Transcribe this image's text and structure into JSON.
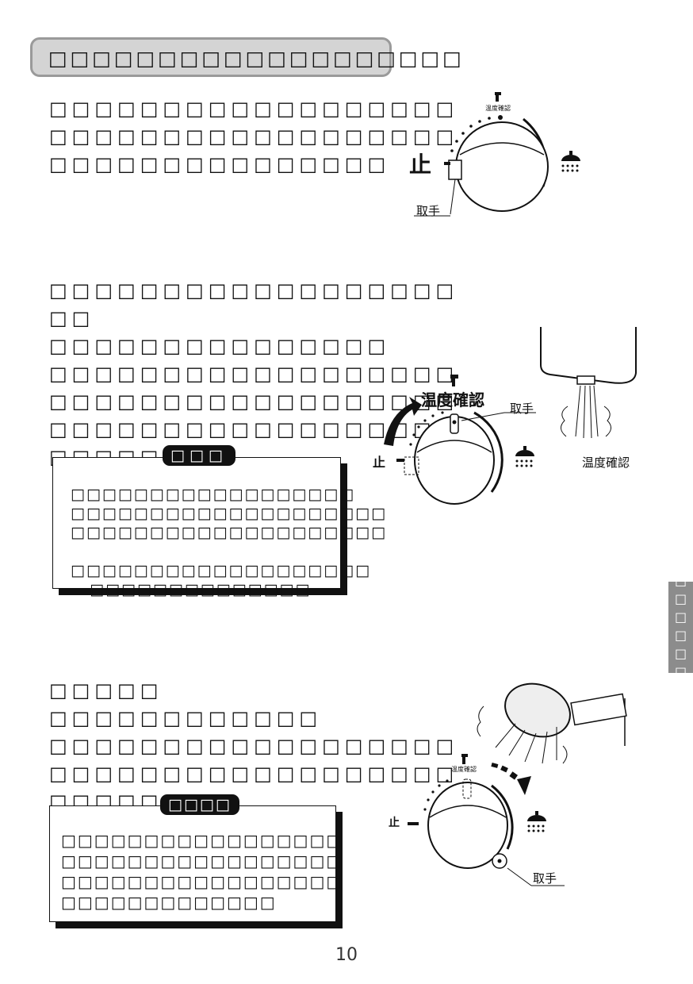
{
  "section_title": "□□□□□□□□□□□□□□□□□□□",
  "step1": {
    "text": "□□□□□□□□□□□□□□□□□□\n□□□□□□□□□□□□□□□□□□\n□□□□□□□□□□□□□□□",
    "fig": {
      "temp_label": "温度確認",
      "stop_label": "止",
      "handle_label": "取手"
    }
  },
  "step2": {
    "text": "□□□□□□□□□□□□□□□□□□\n□□ □□□□□□□□□□□□□□□\n□□□□□□□□□□□□□□□□□□\n□□□□□□□□□□□□□□□□□□\n□□□□□□□□□□□□□□□□□□\n□□□□□□",
    "note_badge": "□□□",
    "note_text": "□□□□□□□□□□□□□□□□□□\n□□□□□□□□□□□□□□□□□□□□\n□□□□□□□□□□□□□□□□□□□□\n   □□□□□□□□□□□□□□□□□□□\n   □□□□□□□□□□□□□□",
    "fig": {
      "temp_label": "温度確認",
      "stop_label": "止",
      "handle_label": "取手",
      "water_label": "温度確認"
    }
  },
  "step3": {
    "text": "□□□□□ □□□□□□□□□□□□\n□□□□□□□□□□□□□□□□□□\n□□□□□□□□□□□□□□□□□□\n□□□□□□□",
    "note_badge": "□□□□",
    "note_text": "□□□□□□□□□□□□□□□□□\n□□□□□□□□□□□□□□□□□\n□□□□□□□□□□□□□□□□□\n□□□□□□□□□□□□□",
    "fig": {
      "temp_label": "温度確認",
      "stop_label": "止",
      "handle_label": "取手"
    }
  },
  "side_tab": "□□□□□□",
  "page_number": "10"
}
